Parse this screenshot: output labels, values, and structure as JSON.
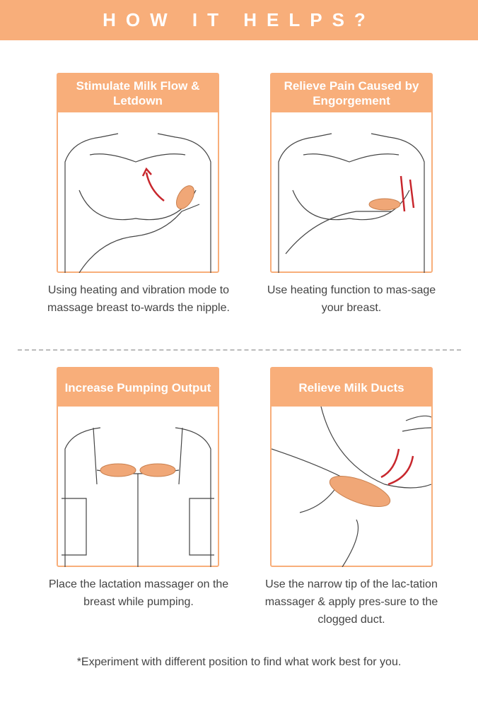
{
  "header": {
    "title": "HOW IT HELPS?"
  },
  "cards": [
    {
      "title": "Stimulate Milk Flow & Letdown",
      "description": "Using heating and vibration mode to massage breast to-wards the nipple."
    },
    {
      "title": "Relieve Pain Caused by Engorgement",
      "description": "Use heating function to mas-sage your breast."
    },
    {
      "title": "Increase Pumping Output",
      "description": "Place the lactation massager on the breast while pumping."
    },
    {
      "title": "Relieve Milk Ducts",
      "description": "Use the narrow tip of the lac-tation massager & apply pres-sure to the clogged duct."
    }
  ],
  "footnote": "*Experiment with different position to find what work best for you.",
  "colors": {
    "accent": "#f8ae7a",
    "arrow": "#c8272d"
  }
}
